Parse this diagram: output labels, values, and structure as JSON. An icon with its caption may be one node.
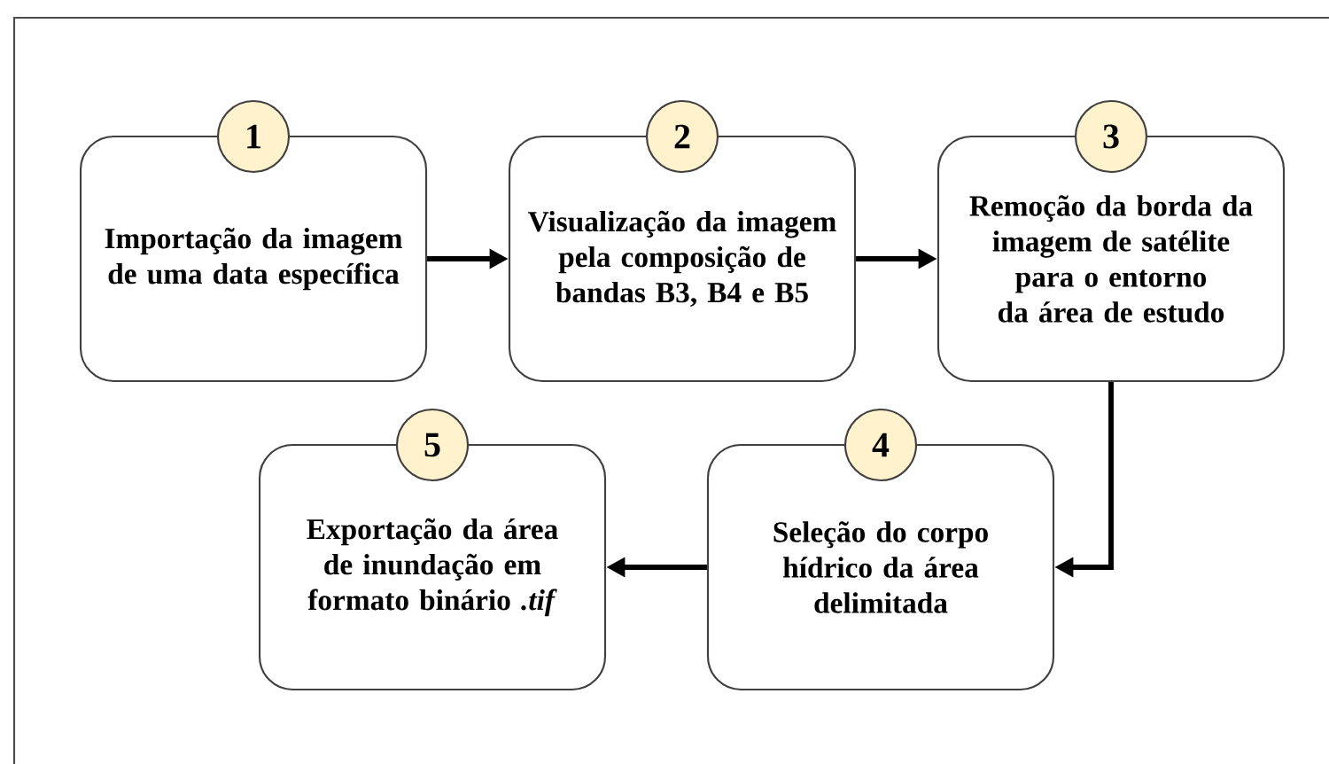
{
  "diagram": {
    "nodes": [
      {
        "text": [
          "1"
        ]
      },
      {
        "text": [
          "Importação da imagem de uma data específica"
        ]
      },
      {
        "text": [
          "2"
        ]
      },
      {
        "text": [
          "Visualização da imagem pela composição de bandas B3, B4 e B5"
        ]
      },
      {
        "text": [
          "3"
        ]
      },
      {
        "text": [
          "Remoção da borda da imagem de satélite para o entorno da área de estudo"
        ]
      },
      {
        "text": [
          "5"
        ]
      },
      {
        "text": [
          "Exportação da área de inundação em formato binário *.tif*"
        ]
      },
      {
        "text": [
          "4"
        ]
      },
      {
        "text": [
          "Seleção do corpo hídrico da área delimitada"
        ]
      }
    ],
    "edges": [
      {
        "from": 1,
        "to": 3,
        "arrow": "to"
      },
      {
        "from": 3,
        "to": 5,
        "arrow": "to"
      },
      {
        "from": 5,
        "to": 9,
        "arrow": "to"
      },
      {
        "from": 9,
        "to": 7,
        "arrow": "to"
      }
    ]
  }
}
